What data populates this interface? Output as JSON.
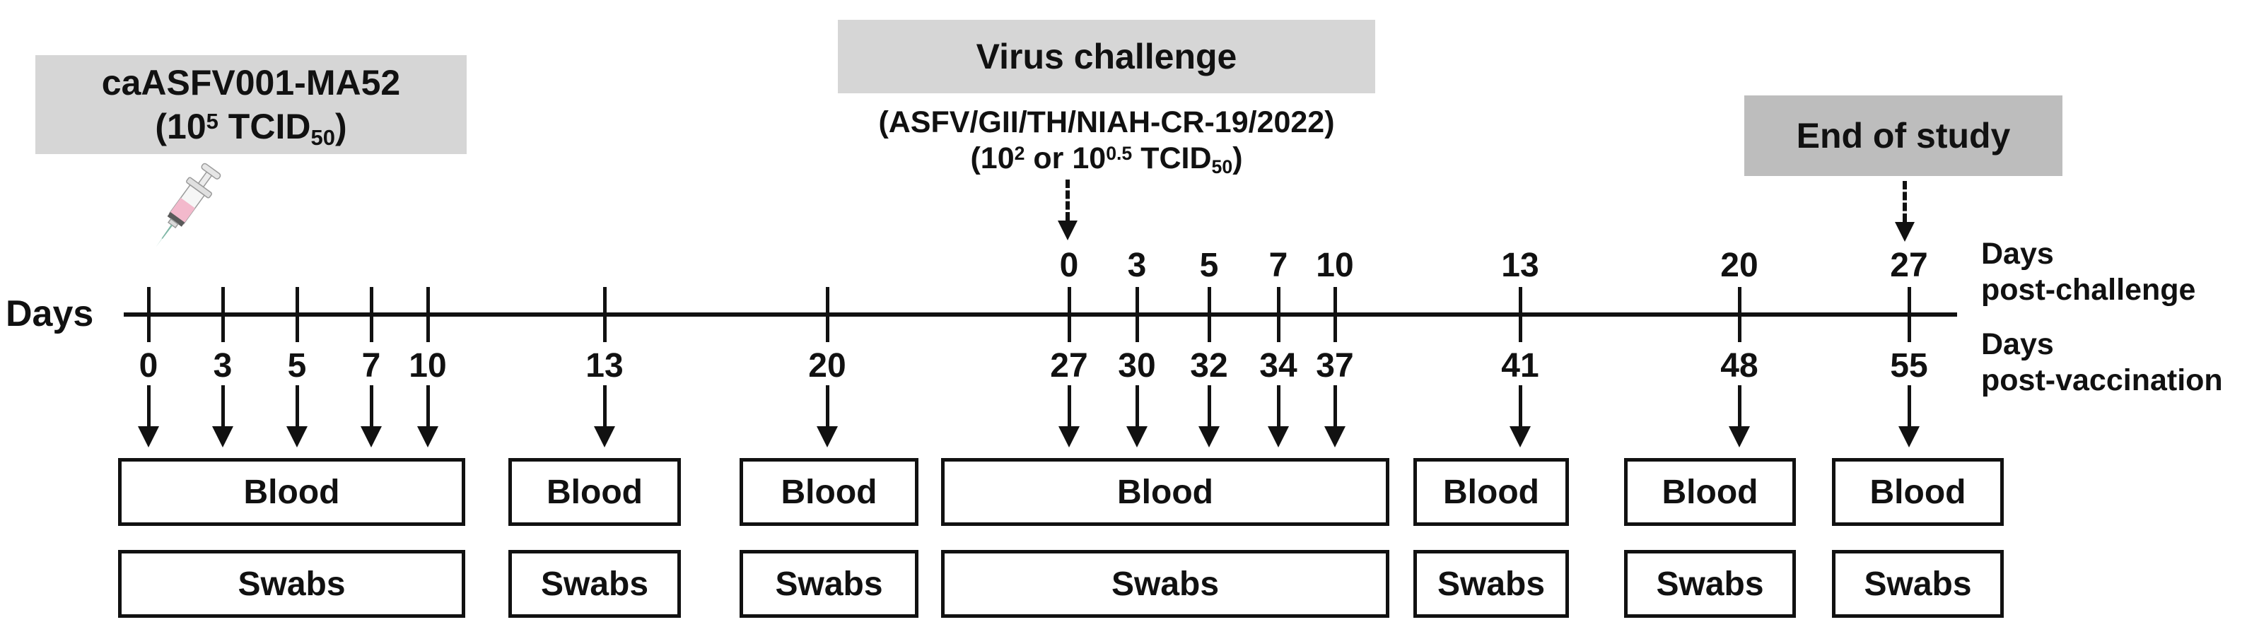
{
  "banners": {
    "vaccine": {
      "title": "caASFV001-MA52",
      "dose": [
        [
          "t",
          "(10"
        ],
        [
          "sup",
          "5"
        ],
        [
          "t",
          " TCID"
        ],
        [
          "sub",
          "50"
        ],
        [
          "t",
          ")"
        ]
      ]
    },
    "challenge": {
      "title": "Virus challenge",
      "strain": "(ASFV/GII/TH/NIAH-CR-19/2022)",
      "dose": [
        [
          "t",
          "(10"
        ],
        [
          "sup",
          "2"
        ],
        [
          "t",
          " or 10"
        ],
        [
          "sup",
          "0.5"
        ],
        [
          "t",
          " TCID"
        ],
        [
          "sub",
          "50"
        ],
        [
          "t",
          ")"
        ]
      ]
    },
    "end_of_study": {
      "title": "End of study"
    }
  },
  "timeline": {
    "axis_label": "Days",
    "post_vaccination_days": [
      "0",
      "3",
      "5",
      "7",
      "10",
      "13",
      "20",
      "27",
      "30",
      "32",
      "34",
      "37",
      "41",
      "48",
      "55"
    ],
    "post_challenge_days": [
      "",
      "",
      "",
      "",
      "",
      "",
      "",
      "0",
      "3",
      "5",
      "7",
      "10",
      "13",
      "20",
      "27"
    ],
    "right_labels": {
      "post_challenge": [
        "Days",
        "post-challenge"
      ],
      "post_vaccination": [
        "Days",
        "post-vaccination"
      ]
    }
  },
  "samples": {
    "blood_label": "Blood",
    "swabs_label": "Swabs",
    "box_count": 7
  },
  "icons": {
    "vaccine_injection": "syringe-icon"
  },
  "colors": {
    "banner_gray": "#d6d6d6",
    "end_banner_gray": "#bdbdbd",
    "ink": "#111111",
    "syringe_pink": "#f3b9cc",
    "syringe_needle_teal": "#7fb7a6"
  }
}
